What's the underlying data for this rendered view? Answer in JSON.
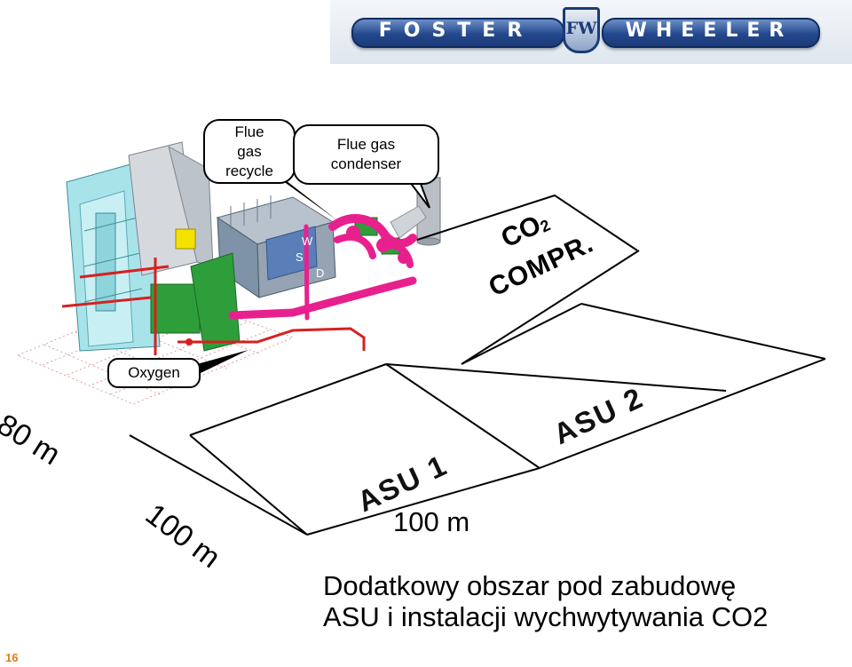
{
  "logo": {
    "left_word": "FOSTER",
    "emblem": "FW",
    "right_word": "WHEELER",
    "colors": {
      "pill": "#24488d",
      "text": "#ffffff"
    }
  },
  "callouts": {
    "flue_gas_recycle": [
      "Flue",
      "gas",
      "recycle"
    ],
    "flue_gas_condenser": [
      "Flue gas",
      "condenser"
    ],
    "oxygen": "Oxygen"
  },
  "labels": {
    "depth_80": "80 m",
    "side_100": "100 m",
    "front_100": "100 m",
    "asu1": "ASU 1",
    "asu2": "ASU 2",
    "co2_prefix": "CO",
    "co2_subscript": "2",
    "compr": "COMPR."
  },
  "plant_letters": {
    "w": "W",
    "s": "S",
    "d": "D"
  },
  "caption": [
    "Dodatkowy obszar pod zabudowę",
    "ASU i instalacji wychwytywania CO2"
  ],
  "page_number": "16",
  "colors": {
    "pipe_magenta": "#e8208e",
    "pipe_red": "#d62020",
    "boiler_cyan": "#9fe0e6",
    "equipment_gray": "#8e9aa8",
    "equipment_blue": "#5a7fb8",
    "green": "#2e9e3a",
    "page_number": "#e07c10"
  }
}
